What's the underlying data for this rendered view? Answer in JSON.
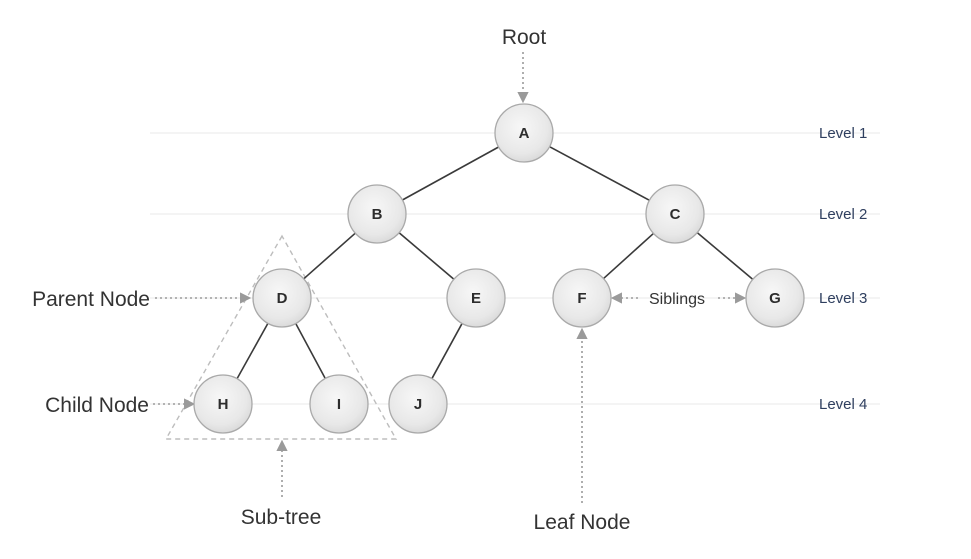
{
  "nodes": [
    {
      "id": "A",
      "label": "A"
    },
    {
      "id": "B",
      "label": "B"
    },
    {
      "id": "C",
      "label": "C"
    },
    {
      "id": "D",
      "label": "D"
    },
    {
      "id": "E",
      "label": "E"
    },
    {
      "id": "F",
      "label": "F"
    },
    {
      "id": "G",
      "label": "G"
    },
    {
      "id": "H",
      "label": "H"
    },
    {
      "id": "I",
      "label": "I"
    },
    {
      "id": "J",
      "label": "J"
    }
  ],
  "edges": [
    [
      "A",
      "B"
    ],
    [
      "A",
      "C"
    ],
    [
      "B",
      "D"
    ],
    [
      "B",
      "E"
    ],
    [
      "C",
      "F"
    ],
    [
      "C",
      "G"
    ],
    [
      "D",
      "H"
    ],
    [
      "D",
      "I"
    ],
    [
      "E",
      "J"
    ]
  ],
  "levels": [
    {
      "label": "Level 1"
    },
    {
      "label": "Level 2"
    },
    {
      "label": "Level 3"
    },
    {
      "label": "Level 4"
    }
  ],
  "annotations": {
    "root": "Root",
    "parent_node": "Parent Node",
    "child_node": "Child Node",
    "siblings": "Siblings",
    "sub_tree": "Sub-tree",
    "leaf_node": "Leaf Node"
  },
  "colors": {
    "node_fill_light": "#f6f6f6",
    "node_fill_dark": "#dcdcdc",
    "node_stroke": "#a9a9a9",
    "edge": "#3a3a3a",
    "annotation_arrow": "#9a9a9a",
    "level_text": "#2f3f5f"
  }
}
